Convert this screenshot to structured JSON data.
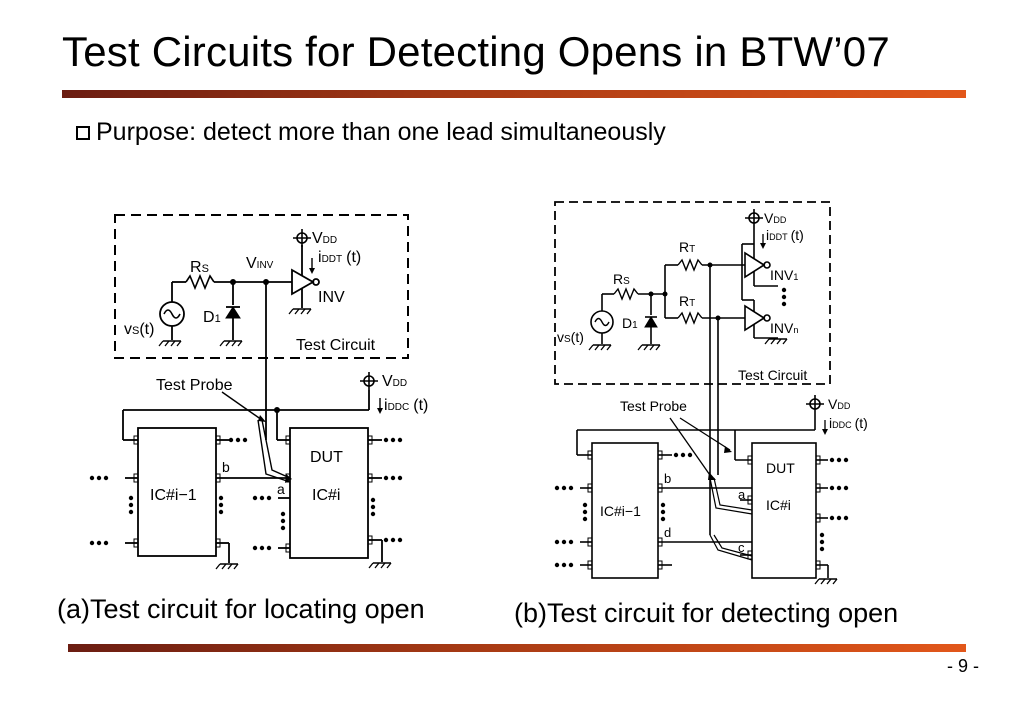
{
  "slide": {
    "title": "Test Circuits for Detecting Opens in BTW’07",
    "bullet": "Purpose: detect more than one lead simultaneously",
    "page_number": "- 9 -"
  },
  "diagram_a": {
    "caption": "(a)Test circuit for locating open",
    "box_label": "Test Circuit",
    "rs": "R",
    "rs_sub": "S",
    "d1": "D",
    "d1_sub": "1",
    "vs": "v",
    "vs_sub": "S",
    "vs_tail": "(t)",
    "vinv": "V",
    "vinv_sub": "INV",
    "vdd": "V",
    "vdd_sub": "DD",
    "iddt": "i",
    "iddt_sub": "DDT",
    "iddt_tail": "(t)",
    "inv": "INV",
    "probe": "Test Probe",
    "vdd2": "V",
    "vdd2_sub": "DD",
    "iddc": "i",
    "iddc_sub": "DDC",
    "iddc_tail": "(t)",
    "dut": "DUT",
    "ic_left": "IC#i−1",
    "ic_right": "IC#i",
    "pin_a": "a",
    "pin_b": "b"
  },
  "diagram_b": {
    "caption": "(b)Test circuit for detecting open",
    "box_label": "Test Circuit",
    "rs": "R",
    "rs_sub": "S",
    "rt1": "R",
    "rt1_sub": "T",
    "rt2": "R",
    "rt2_sub": "T",
    "d1": "D",
    "d1_sub": "1",
    "vs": "v",
    "vs_sub": "S",
    "vs_tail": "(t)",
    "vdd": "V",
    "vdd_sub": "DD",
    "iddt": "i",
    "iddt_sub": "DDT",
    "iddt_tail": "(t)",
    "inv1": "INV",
    "inv1_sub": "1",
    "invn": "INV",
    "invn_sub": "n",
    "probe": "Test Probe",
    "vdd2": "V",
    "vdd2_sub": "DD",
    "iddc": "i",
    "iddc_sub": "DDC",
    "iddc_tail": "(t)",
    "dut": "DUT",
    "ic_left": "IC#i−1",
    "ic_right": "IC#i",
    "pin_a": "a",
    "pin_b": "b",
    "pin_c": "c",
    "pin_d": "d"
  }
}
